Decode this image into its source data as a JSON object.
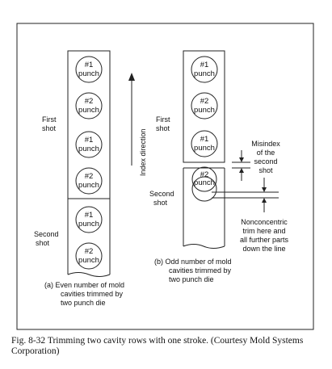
{
  "figure": {
    "punch_top": "#1",
    "punch_top_bottom": "punch",
    "punch_second_top": "#2",
    "punch_second_bottom": "punch",
    "index_direction": "Index direction",
    "first_shot": [
      "First",
      "shot"
    ],
    "second_shot": [
      "Second",
      "shot"
    ],
    "misindex": [
      "Misindex",
      "of the",
      "second",
      "shot"
    ],
    "nonconcentric": [
      "Nonconcentric",
      "trim here and",
      "all further parts",
      "down the line"
    ],
    "caption_a": [
      "(a)  Even number of mold",
      "cavities trimmed by",
      "two punch die"
    ],
    "caption_b": [
      "(b)  Odd number of mold",
      "cavities trimmed by",
      "two punch die"
    ]
  },
  "caption": "Fig. 8-32 Trimming two cavity rows with one stroke. (Courtesy Mold Systems Corporation)"
}
